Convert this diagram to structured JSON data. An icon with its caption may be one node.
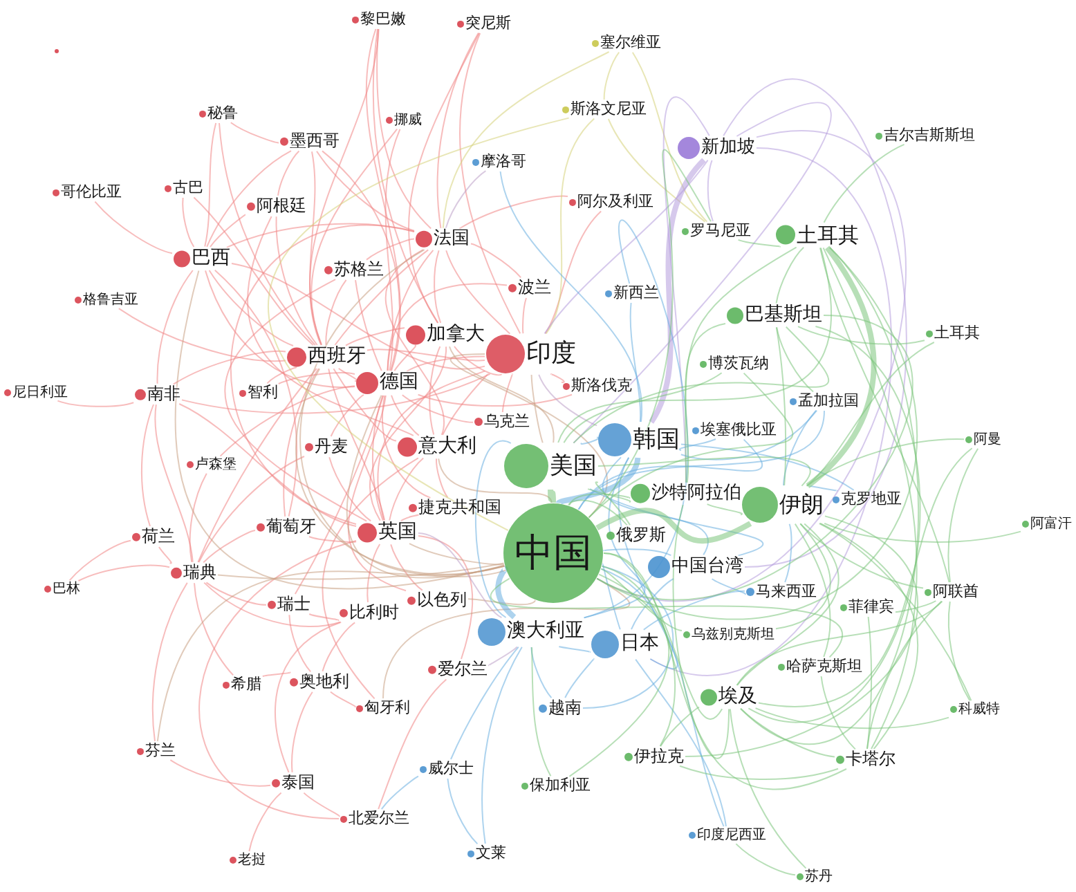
{
  "diagram": {
    "nodes": [
      {
        "text": [
          "黎巴嫩"
        ]
      },
      {
        "text": [
          "突尼斯"
        ]
      },
      {
        "text": [
          "塞尔维亚"
        ]
      },
      {
        "text": [],
        "shape": "circle"
      },
      {
        "text": [
          "斯洛文尼亚"
        ]
      },
      {
        "text": [
          "秘鲁"
        ]
      },
      {
        "text": [
          "挪威"
        ]
      },
      {
        "text": [
          "吉尔吉斯斯坦"
        ]
      },
      {
        "text": [
          "墨西哥"
        ]
      },
      {
        "text": [
          "新加坡"
        ]
      },
      {
        "text": [
          "摩洛哥"
        ]
      },
      {
        "text": [
          "古巴"
        ]
      },
      {
        "text": [
          "哥伦比亚"
        ]
      },
      {
        "text": [
          "阿尔及利亚"
        ]
      },
      {
        "text": [
          "阿根廷"
        ]
      },
      {
        "text": [
          "罗马尼亚"
        ]
      },
      {
        "text": [
          "土耳其"
        ]
      },
      {
        "text": [
          "法国"
        ]
      },
      {
        "text": [
          "巴西"
        ]
      },
      {
        "text": [
          "苏格兰"
        ]
      },
      {
        "text": [
          "波兰"
        ]
      },
      {
        "text": [
          "新西兰"
        ]
      },
      {
        "text": [
          "格鲁吉亚"
        ]
      },
      {
        "text": [
          "巴基斯坦"
        ]
      },
      {
        "text": [
          "土耳其"
        ]
      },
      {
        "text": [
          "加拿大"
        ]
      },
      {
        "text": [
          "印度"
        ]
      },
      {
        "text": [
          "西班牙"
        ]
      },
      {
        "text": [
          "博茨瓦纳"
        ]
      },
      {
        "text": [
          "斯洛伐克"
        ]
      },
      {
        "text": [
          "德国"
        ]
      },
      {
        "text": [
          "尼日利亚"
        ]
      },
      {
        "text": [
          "南非"
        ]
      },
      {
        "text": [
          "智利"
        ]
      },
      {
        "text": [
          "孟加拉国"
        ]
      },
      {
        "text": [
          "乌克兰"
        ]
      },
      {
        "text": [
          "埃塞俄比亚"
        ]
      },
      {
        "text": [
          "韩国"
        ]
      },
      {
        "text": [
          "阿曼"
        ]
      },
      {
        "text": [
          "丹麦"
        ]
      },
      {
        "text": [
          "意大利"
        ]
      },
      {
        "text": [
          "卢森堡"
        ]
      },
      {
        "text": [
          "美国"
        ]
      },
      {
        "text": [
          "沙特阿拉伯"
        ]
      },
      {
        "text": [
          "克罗地亚"
        ]
      },
      {
        "text": [
          "伊朗"
        ]
      },
      {
        "text": [
          "捷克共和国"
        ]
      },
      {
        "text": [
          "阿富汗"
        ]
      },
      {
        "text": [
          "葡萄牙"
        ]
      },
      {
        "text": [
          "英国"
        ]
      },
      {
        "text": [
          "俄罗斯"
        ]
      },
      {
        "text": [
          "荷兰"
        ]
      },
      {
        "text": [
          "中国"
        ]
      },
      {
        "text": [
          "中国台湾"
        ]
      },
      {
        "text": [
          "瑞典"
        ]
      },
      {
        "text": [
          "巴林"
        ]
      },
      {
        "text": [
          "阿联酋"
        ]
      },
      {
        "text": [
          "马来西亚"
        ]
      },
      {
        "text": [
          "以色列"
        ]
      },
      {
        "text": [
          "瑞士"
        ]
      },
      {
        "text": [
          "菲律宾"
        ]
      },
      {
        "text": [
          "比利时"
        ]
      },
      {
        "text": [
          "澳大利亚"
        ]
      },
      {
        "text": [
          "乌兹别克斯坦"
        ]
      },
      {
        "text": [
          "日本"
        ]
      },
      {
        "text": [
          "爱尔兰"
        ]
      },
      {
        "text": [
          "哈萨克斯坦"
        ]
      },
      {
        "text": [
          "奥地利"
        ]
      },
      {
        "text": [
          "希腊"
        ]
      },
      {
        "text": [
          "埃及"
        ]
      },
      {
        "text": [
          "越南"
        ]
      },
      {
        "text": [
          "匈牙利"
        ]
      },
      {
        "text": [
          "科威特"
        ]
      },
      {
        "text": [
          "芬兰"
        ]
      },
      {
        "text": [
          "伊拉克"
        ]
      },
      {
        "text": [
          "卡塔尔"
        ]
      },
      {
        "text": [
          "威尔士"
        ]
      },
      {
        "text": [
          "泰国"
        ]
      },
      {
        "text": [
          "保加利亚"
        ]
      },
      {
        "text": [
          "北爱尔兰"
        ]
      },
      {
        "text": [
          "印度尼西亚"
        ]
      },
      {
        "text": [
          "文莱"
        ]
      },
      {
        "text": [
          "老挝"
        ]
      },
      {
        "text": [
          "苏丹"
        ]
      }
    ],
    "edges": [
      {
        "from": 0,
        "to": 17,
        "arrow": "none"
      },
      {
        "from": 0,
        "to": 27,
        "arrow": "none"
      },
      {
        "from": 0,
        "to": 25,
        "arrow": "none"
      },
      {
        "from": 0,
        "to": 30,
        "arrow": "none"
      },
      {
        "from": 1,
        "to": 17,
        "arrow": "none"
      },
      {
        "from": 1,
        "to": 25,
        "arrow": "none"
      },
      {
        "from": 1,
        "to": 26,
        "arrow": "none"
      },
      {
        "from": 6,
        "to": 27,
        "arrow": "none"
      },
      {
        "from": 6,
        "to": 30,
        "arrow": "none"
      },
      {
        "from": 5,
        "to": 18,
        "arrow": "none"
      },
      {
        "from": 5,
        "to": 8,
        "arrow": "none"
      },
      {
        "from": 5,
        "to": 27,
        "arrow": "none"
      },
      {
        "from": 8,
        "to": 18,
        "arrow": "none"
      },
      {
        "from": 8,
        "to": 27,
        "arrow": "none"
      },
      {
        "from": 8,
        "to": 17,
        "arrow": "none"
      },
      {
        "from": 8,
        "to": 14,
        "arrow": "none"
      },
      {
        "from": 8,
        "to": 30,
        "arrow": "none"
      },
      {
        "from": 11,
        "to": 18,
        "arrow": "none"
      },
      {
        "from": 11,
        "to": 27,
        "arrow": "none"
      },
      {
        "from": 12,
        "to": 18,
        "arrow": "none"
      },
      {
        "from": 14,
        "to": 18,
        "arrow": "none"
      },
      {
        "from": 14,
        "to": 27,
        "arrow": "none"
      },
      {
        "from": 14,
        "to": 40,
        "arrow": "none"
      },
      {
        "from": 13,
        "to": 17,
        "arrow": "none"
      },
      {
        "from": 13,
        "to": 26,
        "arrow": "none"
      },
      {
        "from": 17,
        "to": 26,
        "arrow": "none"
      },
      {
        "from": 17,
        "to": 27,
        "arrow": "none"
      },
      {
        "from": 17,
        "to": 30,
        "arrow": "none"
      },
      {
        "from": 17,
        "to": 25,
        "arrow": "none"
      },
      {
        "from": 17,
        "to": 40,
        "arrow": "none"
      },
      {
        "from": 17,
        "to": 49,
        "arrow": "none"
      },
      {
        "from": 17,
        "to": 18,
        "arrow": "none"
      },
      {
        "from": 17,
        "to": 19,
        "arrow": "none"
      },
      {
        "from": 18,
        "to": 27,
        "arrow": "none"
      },
      {
        "from": 18,
        "to": 32,
        "arrow": "none"
      },
      {
        "from": 18,
        "to": 26,
        "arrow": "none"
      },
      {
        "from": 18,
        "to": 30,
        "arrow": "none"
      },
      {
        "from": 19,
        "to": 27,
        "arrow": "none"
      },
      {
        "from": 19,
        "to": 30,
        "arrow": "none"
      },
      {
        "from": 19,
        "to": 49,
        "arrow": "none"
      },
      {
        "from": 20,
        "to": 26,
        "arrow": "none"
      },
      {
        "from": 20,
        "to": 30,
        "arrow": "none"
      },
      {
        "from": 20,
        "to": 17,
        "arrow": "none"
      },
      {
        "from": 22,
        "to": 27,
        "arrow": "none"
      },
      {
        "from": 25,
        "to": 26,
        "arrow": "none"
      },
      {
        "from": 25,
        "to": 30,
        "arrow": "none"
      },
      {
        "from": 25,
        "to": 40,
        "arrow": "none"
      },
      {
        "from": 25,
        "to": 49,
        "arrow": "none"
      },
      {
        "from": 25,
        "to": 27,
        "arrow": "none"
      },
      {
        "from": 26,
        "to": 27,
        "arrow": "none"
      },
      {
        "from": 26,
        "to": 30,
        "arrow": "none"
      },
      {
        "from": 26,
        "to": 40,
        "arrow": "none"
      },
      {
        "from": 26,
        "to": 49,
        "arrow": "none"
      },
      {
        "from": 26,
        "to": 29,
        "arrow": "none"
      },
      {
        "from": 26,
        "to": 35,
        "arrow": "none"
      },
      {
        "from": 27,
        "to": 30,
        "arrow": "none"
      },
      {
        "from": 27,
        "to": 40,
        "arrow": "none"
      },
      {
        "from": 27,
        "to": 49,
        "arrow": "none"
      },
      {
        "from": 27,
        "to": 48,
        "arrow": "none"
      },
      {
        "from": 27,
        "to": 54,
        "arrow": "none"
      },
      {
        "from": 27,
        "to": 32,
        "arrow": "none"
      },
      {
        "from": 27,
        "to": 33,
        "arrow": "none"
      },
      {
        "from": 30,
        "to": 40,
        "arrow": "none"
      },
      {
        "from": 30,
        "to": 49,
        "arrow": "none"
      },
      {
        "from": 30,
        "to": 39,
        "arrow": "none"
      },
      {
        "from": 30,
        "to": 59,
        "arrow": "none"
      },
      {
        "from": 30,
        "to": 33,
        "arrow": "none"
      },
      {
        "from": 30,
        "to": 35,
        "arrow": "none"
      },
      {
        "from": 30,
        "to": 41,
        "arrow": "none"
      },
      {
        "from": 30,
        "to": 46,
        "arrow": "none"
      },
      {
        "from": 30,
        "to": 58,
        "arrow": "none"
      },
      {
        "from": 30,
        "to": 29,
        "arrow": "none"
      },
      {
        "from": 31,
        "to": 32,
        "arrow": "none"
      },
      {
        "from": 32,
        "to": 54,
        "arrow": "none"
      },
      {
        "from": 32,
        "to": 51,
        "arrow": "none"
      },
      {
        "from": 32,
        "to": 49,
        "arrow": "none"
      },
      {
        "from": 32,
        "to": 26,
        "arrow": "none"
      },
      {
        "from": 39,
        "to": 49,
        "arrow": "none"
      },
      {
        "from": 39,
        "to": 54,
        "arrow": "none"
      },
      {
        "from": 40,
        "to": 49,
        "arrow": "none"
      },
      {
        "from": 40,
        "to": 46,
        "arrow": "none"
      },
      {
        "from": 40,
        "to": 71,
        "arrow": "none"
      },
      {
        "from": 41,
        "to": 54,
        "arrow": "none"
      },
      {
        "from": 46,
        "to": 49,
        "arrow": "none"
      },
      {
        "from": 48,
        "to": 49,
        "arrow": "none"
      },
      {
        "from": 48,
        "to": 54,
        "arrow": "none"
      },
      {
        "from": 48,
        "to": 18,
        "arrow": "none"
      },
      {
        "from": 49,
        "to": 61,
        "arrow": "none"
      },
      {
        "from": 49,
        "to": 58,
        "arrow": "none"
      },
      {
        "from": 49,
        "to": 65,
        "arrow": "none"
      },
      {
        "from": 49,
        "to": 79,
        "arrow": "none"
      },
      {
        "from": 51,
        "to": 54,
        "arrow": "none"
      },
      {
        "from": 51,
        "to": 55,
        "arrow": "none"
      },
      {
        "from": 54,
        "to": 55,
        "arrow": "none"
      },
      {
        "from": 54,
        "to": 73,
        "arrow": "none"
      },
      {
        "from": 54,
        "to": 59,
        "arrow": "none"
      },
      {
        "from": 54,
        "to": 61,
        "arrow": "none"
      },
      {
        "from": 54,
        "to": 68,
        "arrow": "none"
      },
      {
        "from": 59,
        "to": 67,
        "arrow": "none"
      },
      {
        "from": 59,
        "to": 61,
        "arrow": "none"
      },
      {
        "from": 61,
        "to": 67,
        "arrow": "none"
      },
      {
        "from": 61,
        "to": 77,
        "arrow": "none"
      },
      {
        "from": 65,
        "to": 79,
        "arrow": "none"
      },
      {
        "from": 67,
        "to": 68,
        "arrow": "none"
      },
      {
        "from": 67,
        "to": 77,
        "arrow": "none"
      },
      {
        "from": 67,
        "to": 71,
        "arrow": "none"
      },
      {
        "from": 73,
        "to": 77,
        "arrow": "none"
      },
      {
        "from": 77,
        "to": 82,
        "arrow": "none"
      },
      {
        "from": 77,
        "to": 79,
        "arrow": "none"
      },
      {
        "from": 17,
        "to": 52,
        "arrow": "none",
        "color": "#c9a084"
      },
      {
        "from": 18,
        "to": 52,
        "arrow": "none",
        "color": "#c9a084"
      },
      {
        "from": 26,
        "to": 42,
        "arrow": "none",
        "color": "#c9a084"
      },
      {
        "from": 26,
        "to": 52,
        "arrow": "none",
        "color": "#c9a084"
      },
      {
        "from": 25,
        "to": 42,
        "arrow": "none",
        "color": "#c9a084"
      },
      {
        "from": 27,
        "to": 52,
        "arrow": "none",
        "color": "#c9a084"
      },
      {
        "from": 30,
        "to": 52,
        "arrow": "none",
        "color": "#c9a084"
      },
      {
        "from": 40,
        "to": 52,
        "arrow": "none",
        "color": "#c9a084"
      },
      {
        "from": 49,
        "to": 52,
        "arrow": "none",
        "color": "#c9a084"
      },
      {
        "from": 54,
        "to": 52,
        "arrow": "none",
        "color": "#c9a084"
      },
      {
        "from": 73,
        "to": 52,
        "arrow": "none",
        "color": "#c9a084"
      },
      {
        "from": 58,
        "to": 52,
        "arrow": "none",
        "color": "#c9a084"
      },
      {
        "from": 71,
        "to": 52,
        "arrow": "none",
        "color": "#c9a084"
      },
      {
        "from": 49,
        "to": 62,
        "arrow": "none",
        "color": "#bc9fc6"
      },
      {
        "from": 26,
        "to": 37,
        "arrow": "none",
        "color": "#bc9fc6"
      },
      {
        "from": 10,
        "to": 17,
        "arrow": "none",
        "color": "#bc9fc6"
      },
      {
        "from": 65,
        "to": 62,
        "arrow": "none",
        "color": "#bc9fc6"
      },
      {
        "from": 2,
        "to": 4,
        "arrow": "none",
        "color": "#d6d27a"
      },
      {
        "from": 2,
        "to": 15,
        "arrow": "none",
        "color": "#d6d27a"
      },
      {
        "from": 2,
        "to": 17,
        "arrow": "none",
        "color": "#d6d27a"
      },
      {
        "from": 4,
        "to": 26,
        "arrow": "none",
        "color": "#d6d27a"
      },
      {
        "from": 4,
        "to": 52,
        "arrow": "none",
        "color": "#d6d27a"
      },
      {
        "from": 4,
        "to": 15,
        "arrow": "none",
        "color": "#d6d27a"
      },
      {
        "from": 9,
        "to": 37,
        "arrow": "none",
        "style": "thick",
        "color": "#b49ddc"
      },
      {
        "from": 9,
        "to": 52,
        "arrow": "none",
        "color": "#b49ddc"
      },
      {
        "from": 9,
        "to": 42,
        "arrow": "none",
        "color": "#b49ddc"
      },
      {
        "from": 9,
        "to": 15,
        "arrow": "none",
        "color": "#b49ddc"
      },
      {
        "from": 9,
        "to": 43,
        "arrow": "none",
        "color": "#b49ddc"
      },
      {
        "from": 9,
        "to": 53,
        "arrow": "none",
        "color": "#b49ddc"
      },
      {
        "from": 9,
        "to": 26,
        "arrow": "none",
        "color": "#b49ddc"
      },
      {
        "from": 9,
        "to": 64,
        "arrow": "none",
        "color": "#b49ddc"
      },
      {
        "from": 10,
        "to": 37,
        "arrow": "none",
        "color": "#6aaee0"
      },
      {
        "from": 21,
        "to": 37,
        "arrow": "none",
        "color": "#6aaee0"
      },
      {
        "from": 21,
        "to": 62,
        "arrow": "none",
        "color": "#6aaee0"
      },
      {
        "from": 37,
        "to": 52,
        "arrow": "none",
        "style": "thick",
        "color": "#6aaee0"
      },
      {
        "from": 37,
        "to": 42,
        "arrow": "none",
        "color": "#6aaee0"
      },
      {
        "from": 37,
        "to": 64,
        "arrow": "none",
        "color": "#6aaee0"
      },
      {
        "from": 37,
        "to": 62,
        "arrow": "none",
        "color": "#6aaee0"
      },
      {
        "from": 37,
        "to": 53,
        "arrow": "none",
        "color": "#6aaee0"
      },
      {
        "from": 37,
        "to": 34,
        "arrow": "none",
        "color": "#6aaee0"
      },
      {
        "from": 37,
        "to": 36,
        "arrow": "none",
        "color": "#6aaee0"
      },
      {
        "from": 34,
        "to": 45,
        "arrow": "none",
        "color": "#6aaee0"
      },
      {
        "from": 34,
        "to": 52,
        "arrow": "none",
        "color": "#6aaee0"
      },
      {
        "from": 36,
        "to": 52,
        "arrow": "none",
        "color": "#6aaee0"
      },
      {
        "from": 53,
        "to": 52,
        "arrow": "none",
        "color": "#6aaee0"
      },
      {
        "from": 53,
        "to": 64,
        "arrow": "none",
        "color": "#6aaee0"
      },
      {
        "from": 53,
        "to": 57,
        "arrow": "none",
        "color": "#6aaee0"
      },
      {
        "from": 53,
        "to": 42,
        "arrow": "none",
        "color": "#6aaee0"
      },
      {
        "from": 62,
        "to": 52,
        "arrow": "none",
        "style": "thick",
        "color": "#6aaee0"
      },
      {
        "from": 62,
        "to": 64,
        "arrow": "none",
        "color": "#6aaee0"
      },
      {
        "from": 62,
        "to": 70,
        "arrow": "none",
        "color": "#6aaee0"
      },
      {
        "from": 62,
        "to": 76,
        "arrow": "none",
        "color": "#6aaee0"
      },
      {
        "from": 62,
        "to": 81,
        "arrow": "none",
        "color": "#6aaee0"
      },
      {
        "from": 62,
        "to": 42,
        "arrow": "none",
        "color": "#6aaee0"
      },
      {
        "from": 64,
        "to": 52,
        "arrow": "none",
        "color": "#6aaee0"
      },
      {
        "from": 64,
        "to": 70,
        "arrow": "none",
        "color": "#6aaee0"
      },
      {
        "from": 64,
        "to": 80,
        "arrow": "none",
        "color": "#6aaee0"
      },
      {
        "from": 70,
        "to": 52,
        "arrow": "none",
        "color": "#6aaee0"
      },
      {
        "from": 76,
        "to": 81,
        "arrow": "none",
        "color": "#6aaee0"
      },
      {
        "from": 76,
        "to": 79,
        "arrow": "none",
        "color": "#6aaee0"
      },
      {
        "from": 80,
        "to": 52,
        "arrow": "none",
        "color": "#6aaee0"
      },
      {
        "from": 44,
        "to": 45,
        "arrow": "none",
        "color": "#6aaee0"
      },
      {
        "from": 44,
        "to": 37,
        "arrow": "none",
        "color": "#6aaee0"
      },
      {
        "from": 57,
        "to": 45,
        "arrow": "none",
        "color": "#6aaee0"
      },
      {
        "from": 57,
        "to": 64,
        "arrow": "none",
        "color": "#6aaee0"
      },
      {
        "from": 7,
        "to": 16,
        "arrow": "none",
        "color": "#7cc47c"
      },
      {
        "from": 15,
        "to": 16,
        "arrow": "none",
        "color": "#7cc47c"
      },
      {
        "from": 15,
        "to": 52,
        "arrow": "none",
        "color": "#7cc47c"
      },
      {
        "from": 16,
        "to": 45,
        "arrow": "none",
        "style": "thick",
        "color": "#7cc47c"
      },
      {
        "from": 16,
        "to": 23,
        "arrow": "none",
        "color": "#7cc47c"
      },
      {
        "from": 16,
        "to": 52,
        "arrow": "none",
        "color": "#7cc47c"
      },
      {
        "from": 16,
        "to": 42,
        "arrow": "none",
        "color": "#7cc47c"
      },
      {
        "from": 16,
        "to": 43,
        "arrow": "none",
        "color": "#7cc47c"
      },
      {
        "from": 16,
        "to": 69,
        "arrow": "none",
        "color": "#7cc47c"
      },
      {
        "from": 16,
        "to": 56,
        "arrow": "none",
        "color": "#7cc47c"
      },
      {
        "from": 16,
        "to": 75,
        "arrow": "none",
        "color": "#7cc47c"
      },
      {
        "from": 23,
        "to": 52,
        "arrow": "none",
        "color": "#7cc47c"
      },
      {
        "from": 23,
        "to": 45,
        "arrow": "none",
        "color": "#7cc47c"
      },
      {
        "from": 23,
        "to": 24,
        "arrow": "none",
        "color": "#7cc47c"
      },
      {
        "from": 23,
        "to": 42,
        "arrow": "none",
        "color": "#7cc47c"
      },
      {
        "from": 23,
        "to": 43,
        "arrow": "none",
        "color": "#7cc47c"
      },
      {
        "from": 23,
        "to": 69,
        "arrow": "none",
        "color": "#7cc47c"
      },
      {
        "from": 23,
        "to": 34,
        "arrow": "none",
        "color": "#7cc47c"
      },
      {
        "from": 24,
        "to": 45,
        "arrow": "none",
        "color": "#7cc47c"
      },
      {
        "from": 28,
        "to": 52,
        "arrow": "none",
        "color": "#7cc47c"
      },
      {
        "from": 28,
        "to": 42,
        "arrow": "none",
        "color": "#7cc47c"
      },
      {
        "from": 38,
        "to": 45,
        "arrow": "none",
        "color": "#7cc47c"
      },
      {
        "from": 38,
        "to": 56,
        "arrow": "none",
        "color": "#7cc47c"
      },
      {
        "from": 38,
        "to": 69,
        "arrow": "none",
        "color": "#7cc47c"
      },
      {
        "from": 42,
        "to": 52,
        "arrow": "none",
        "style": "thick",
        "color": "#7cc47c"
      },
      {
        "from": 42,
        "to": 45,
        "arrow": "none",
        "color": "#7cc47c"
      },
      {
        "from": 42,
        "to": 43,
        "arrow": "none",
        "color": "#7cc47c"
      },
      {
        "from": 42,
        "to": 50,
        "arrow": "none",
        "color": "#7cc47c"
      },
      {
        "from": 43,
        "to": 52,
        "arrow": "none",
        "color": "#7cc47c"
      },
      {
        "from": 43,
        "to": 45,
        "arrow": "none",
        "color": "#7cc47c"
      },
      {
        "from": 43,
        "to": 69,
        "arrow": "none",
        "color": "#7cc47c"
      },
      {
        "from": 45,
        "to": 52,
        "arrow": "none",
        "style": "thick",
        "color": "#7cc47c"
      },
      {
        "from": 45,
        "to": 56,
        "arrow": "none",
        "color": "#7cc47c"
      },
      {
        "from": 45,
        "to": 75,
        "arrow": "none",
        "color": "#7cc47c"
      },
      {
        "from": 45,
        "to": 74,
        "arrow": "none",
        "color": "#7cc47c"
      },
      {
        "from": 45,
        "to": 69,
        "arrow": "none",
        "color": "#7cc47c"
      },
      {
        "from": 45,
        "to": 66,
        "arrow": "none",
        "color": "#7cc47c"
      },
      {
        "from": 45,
        "to": 72,
        "arrow": "none",
        "color": "#7cc47c"
      },
      {
        "from": 45,
        "to": 47,
        "arrow": "none",
        "color": "#7cc47c"
      },
      {
        "from": 50,
        "to": 52,
        "arrow": "none",
        "color": "#7cc47c"
      },
      {
        "from": 52,
        "to": 69,
        "arrow": "none",
        "color": "#7cc47c"
      },
      {
        "from": 52,
        "to": 74,
        "arrow": "none",
        "color": "#7cc47c"
      },
      {
        "from": 52,
        "to": 63,
        "arrow": "none",
        "color": "#7cc47c"
      },
      {
        "from": 52,
        "to": 66,
        "arrow": "none",
        "color": "#7cc47c"
      },
      {
        "from": 52,
        "to": 78,
        "arrow": "none",
        "color": "#7cc47c"
      },
      {
        "from": 52,
        "to": 75,
        "arrow": "none",
        "color": "#7cc47c"
      },
      {
        "from": 56,
        "to": 75,
        "arrow": "none",
        "color": "#7cc47c"
      },
      {
        "from": 56,
        "to": 72,
        "arrow": "none",
        "color": "#7cc47c"
      },
      {
        "from": 56,
        "to": 69,
        "arrow": "none",
        "color": "#7cc47c"
      },
      {
        "from": 60,
        "to": 56,
        "arrow": "none",
        "color": "#7cc47c"
      },
      {
        "from": 60,
        "to": 75,
        "arrow": "none",
        "color": "#7cc47c"
      },
      {
        "from": 63,
        "to": 45,
        "arrow": "none",
        "color": "#7cc47c"
      },
      {
        "from": 66,
        "to": 75,
        "arrow": "none",
        "color": "#7cc47c"
      },
      {
        "from": 69,
        "to": 75,
        "arrow": "none",
        "color": "#7cc47c"
      },
      {
        "from": 69,
        "to": 83,
        "arrow": "none",
        "color": "#7cc47c"
      },
      {
        "from": 69,
        "to": 74,
        "arrow": "none",
        "color": "#7cc47c"
      },
      {
        "from": 69,
        "to": 72,
        "arrow": "none",
        "color": "#7cc47c"
      },
      {
        "from": 74,
        "to": 75,
        "arrow": "none",
        "color": "#7cc47c"
      },
      {
        "from": 78,
        "to": 62,
        "arrow": "none",
        "color": "#7cc47c"
      },
      {
        "from": 80,
        "to": 83,
        "arrow": "none",
        "color": "#7cc47c"
      }
    ]
  }
}
